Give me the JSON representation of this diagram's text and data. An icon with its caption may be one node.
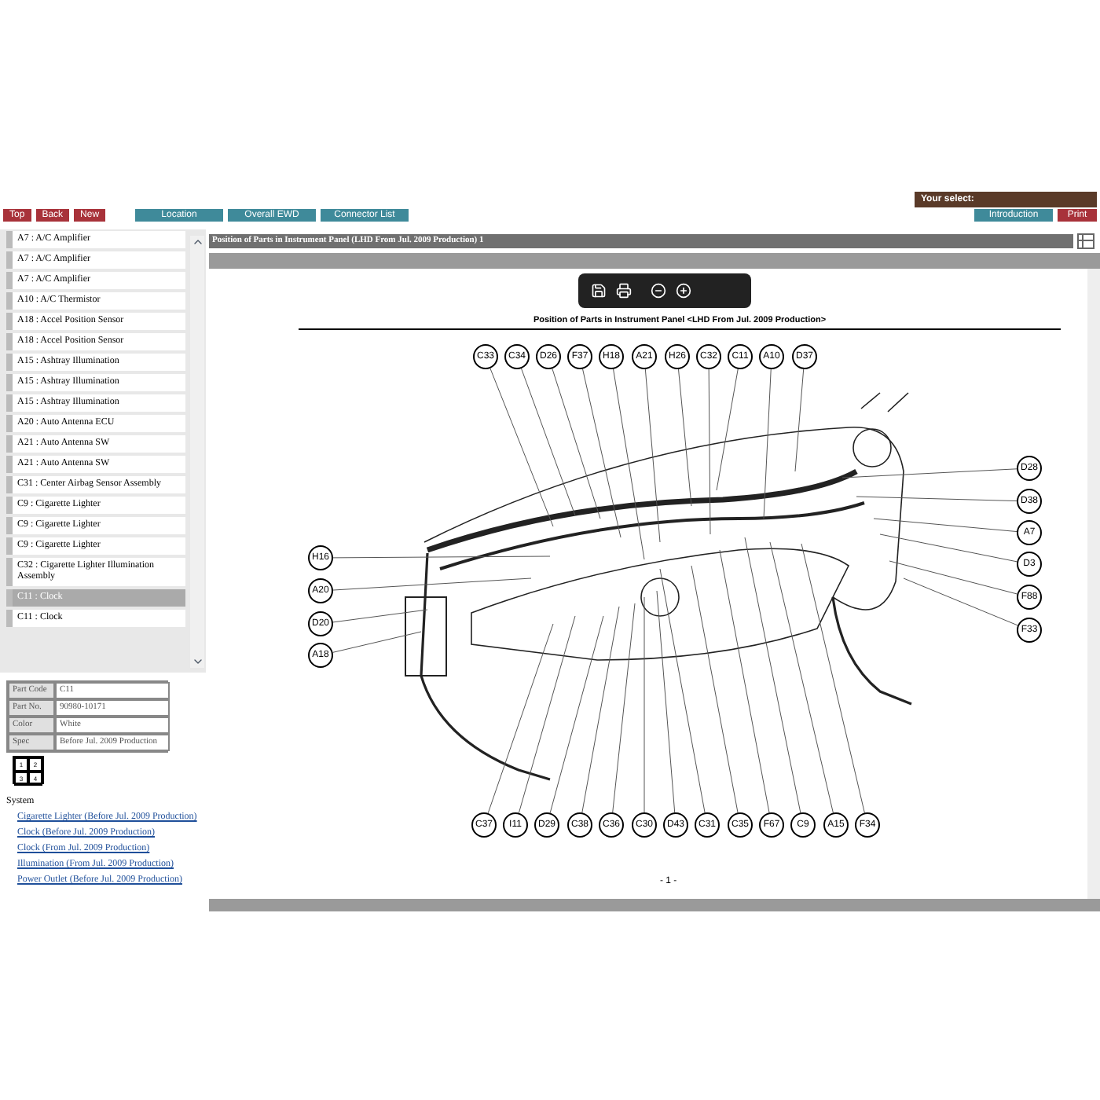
{
  "diagram": {
    "title": "Position of Parts in Instrument Panel <LHD From Jul. 2009 Production>",
    "nodes": [
      {
        "text": [
          "C33"
        ]
      },
      {
        "text": [
          "C34"
        ]
      },
      {
        "text": [
          "D26"
        ]
      },
      {
        "text": [
          "F37"
        ]
      },
      {
        "text": [
          "H18"
        ]
      },
      {
        "text": [
          "A21"
        ]
      },
      {
        "text": [
          "H26"
        ]
      },
      {
        "text": [
          "C32"
        ]
      },
      {
        "text": [
          "C11"
        ]
      },
      {
        "text": [
          "A10"
        ]
      },
      {
        "text": [
          "D37"
        ]
      },
      {
        "text": [
          "H16"
        ]
      },
      {
        "text": [
          "A20"
        ]
      },
      {
        "text": [
          "D20"
        ]
      },
      {
        "text": [
          "A18"
        ]
      },
      {
        "text": [
          "D28"
        ]
      },
      {
        "text": [
          "D38"
        ]
      },
      {
        "text": [
          "A7"
        ]
      },
      {
        "text": [
          "D3"
        ]
      },
      {
        "text": [
          "F88"
        ]
      },
      {
        "text": [
          "F33"
        ]
      },
      {
        "text": [
          "C37"
        ]
      },
      {
        "text": [
          "I11"
        ]
      },
      {
        "text": [
          "D29"
        ]
      },
      {
        "text": [
          "C38"
        ]
      },
      {
        "text": [
          "C36"
        ]
      },
      {
        "text": [
          "C30"
        ]
      },
      {
        "text": [
          "D43"
        ]
      },
      {
        "text": [
          "C31"
        ]
      },
      {
        "text": [
          "C35"
        ]
      },
      {
        "text": [
          "F67"
        ]
      },
      {
        "text": [
          "C9"
        ]
      },
      {
        "text": [
          "A15"
        ]
      },
      {
        "text": [
          "F34"
        ]
      }
    ],
    "edges": [
      {
        "from": 0,
        "to": null,
        "arrow": "none"
      },
      {
        "from": 1,
        "to": null,
        "arrow": "none"
      },
      {
        "from": 2,
        "to": null,
        "arrow": "none"
      },
      {
        "from": 3,
        "to": null,
        "arrow": "none"
      },
      {
        "from": 4,
        "to": null,
        "arrow": "none"
      },
      {
        "from": 5,
        "to": null,
        "arrow": "none"
      },
      {
        "from": 6,
        "to": null,
        "arrow": "none"
      },
      {
        "from": 7,
        "to": null,
        "arrow": "none"
      },
      {
        "from": 8,
        "to": null,
        "arrow": "none"
      },
      {
        "from": 9,
        "to": null,
        "arrow": "none"
      },
      {
        "from": 10,
        "to": null,
        "arrow": "none"
      },
      {
        "from": 11,
        "to": null,
        "arrow": "none"
      },
      {
        "from": 12,
        "to": null,
        "arrow": "none"
      },
      {
        "from": 13,
        "to": null,
        "arrow": "none"
      },
      {
        "from": 14,
        "to": null,
        "arrow": "none"
      },
      {
        "from": 15,
        "to": null,
        "arrow": "none"
      },
      {
        "from": 16,
        "to": null,
        "arrow": "none"
      },
      {
        "from": 17,
        "to": null,
        "arrow": "none"
      },
      {
        "from": 18,
        "to": null,
        "arrow": "none"
      },
      {
        "from": 19,
        "to": null,
        "arrow": "none"
      },
      {
        "from": 20,
        "to": null,
        "arrow": "none"
      },
      {
        "from": 21,
        "to": null,
        "arrow": "none"
      },
      {
        "from": 22,
        "to": null,
        "arrow": "none"
      },
      {
        "from": 23,
        "to": null,
        "arrow": "none"
      },
      {
        "from": 24,
        "to": null,
        "arrow": "none"
      },
      {
        "from": 25,
        "to": null,
        "arrow": "none"
      },
      {
        "from": 26,
        "to": null,
        "arrow": "none"
      },
      {
        "from": 27,
        "to": null,
        "arrow": "none"
      },
      {
        "from": 28,
        "to": null,
        "arrow": "none"
      },
      {
        "from": 29,
        "to": null,
        "arrow": "none"
      },
      {
        "from": 30,
        "to": null,
        "arrow": "none"
      },
      {
        "from": 31,
        "to": null,
        "arrow": "none"
      },
      {
        "from": 32,
        "to": null,
        "arrow": "none"
      },
      {
        "from": 33,
        "to": null,
        "arrow": "none"
      }
    ],
    "labels": [
      "Top",
      "Back",
      "New",
      "Location",
      "Overall EWD",
      "Connector List",
      "Introduction",
      "Print",
      "Your select:",
      "A7 : A/C Amplifier",
      "A7 : A/C Amplifier",
      "A7 : A/C Amplifier",
      "A10 : A/C Thermistor",
      "A18 : Accel Position Sensor",
      "A18 : Accel Position Sensor",
      "A15 : Ashtray Illumination",
      "A15 : Ashtray Illumination",
      "A15 : Ashtray Illumination",
      "A20 : Auto Antenna ECU",
      "A21 : Auto Antenna SW",
      "A21 : Auto Antenna SW",
      "C31 : Center Airbag Sensor Assembly",
      "C9 : Cigarette Lighter",
      "C9 : Cigarette Lighter",
      "C9 : Cigarette Lighter",
      "C32 : Cigarette Lighter Illumination Assembly",
      "C11 : Clock",
      "C11 : Clock",
      "Part Code",
      "C11",
      "Part No.",
      "90980-10171",
      "Color",
      "White",
      "Spec",
      "Before Jul. 2009 Production",
      "1",
      "2",
      "3",
      "4",
      "System",
      "Cigarette Lighter (Before Jul. 2009 Production)",
      "Clock (Before Jul. 2009 Production)",
      "Clock (From Jul. 2009 Production)",
      "Illumination (From Jul. 2009 Production)",
      "Power Outlet (Before Jul. 2009 Production)",
      "Position of Parts in Instrument Panel (LHD From Jul. 2009 Production) 1",
      "- 1 -"
    ]
  }
}
